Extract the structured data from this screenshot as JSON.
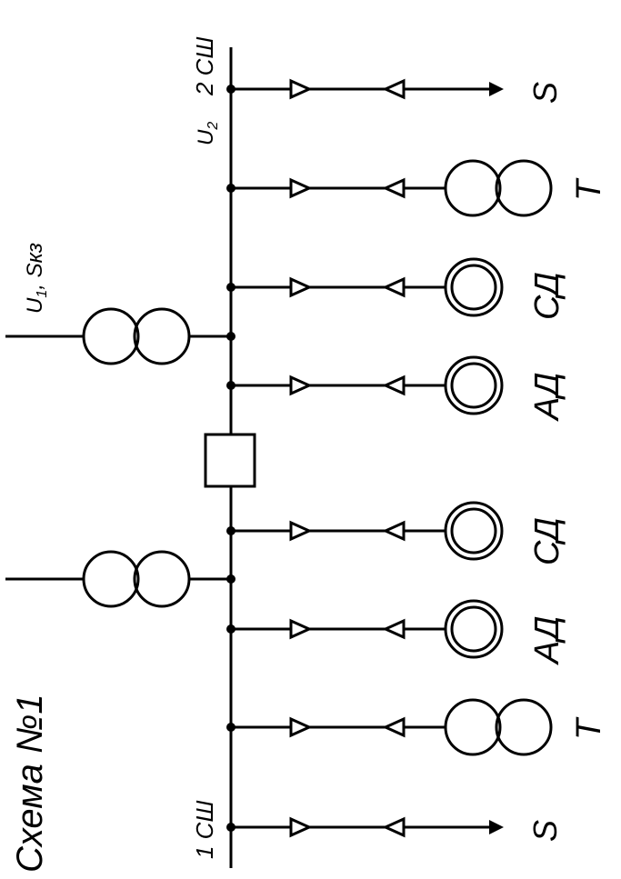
{
  "title": "Схема №1",
  "bus_labels": {
    "bus1": "1 СШ",
    "bus2": "2 СШ"
  },
  "voltage_label": "U",
  "voltage_subscript": "2",
  "supply_label": {
    "u": "U",
    "u_sub": "1",
    "sep": ",",
    "s": "Sкз"
  },
  "branch_labels": {
    "s_bottom": "S",
    "t_bottom": "Т",
    "ad_bottom": "АД",
    "sd_bottom": "СД",
    "ad_top": "АД",
    "sd_top": "СД",
    "t_top": "Т",
    "s_top": "S"
  },
  "colors": {
    "line": "#000000",
    "background": "#ffffff"
  }
}
